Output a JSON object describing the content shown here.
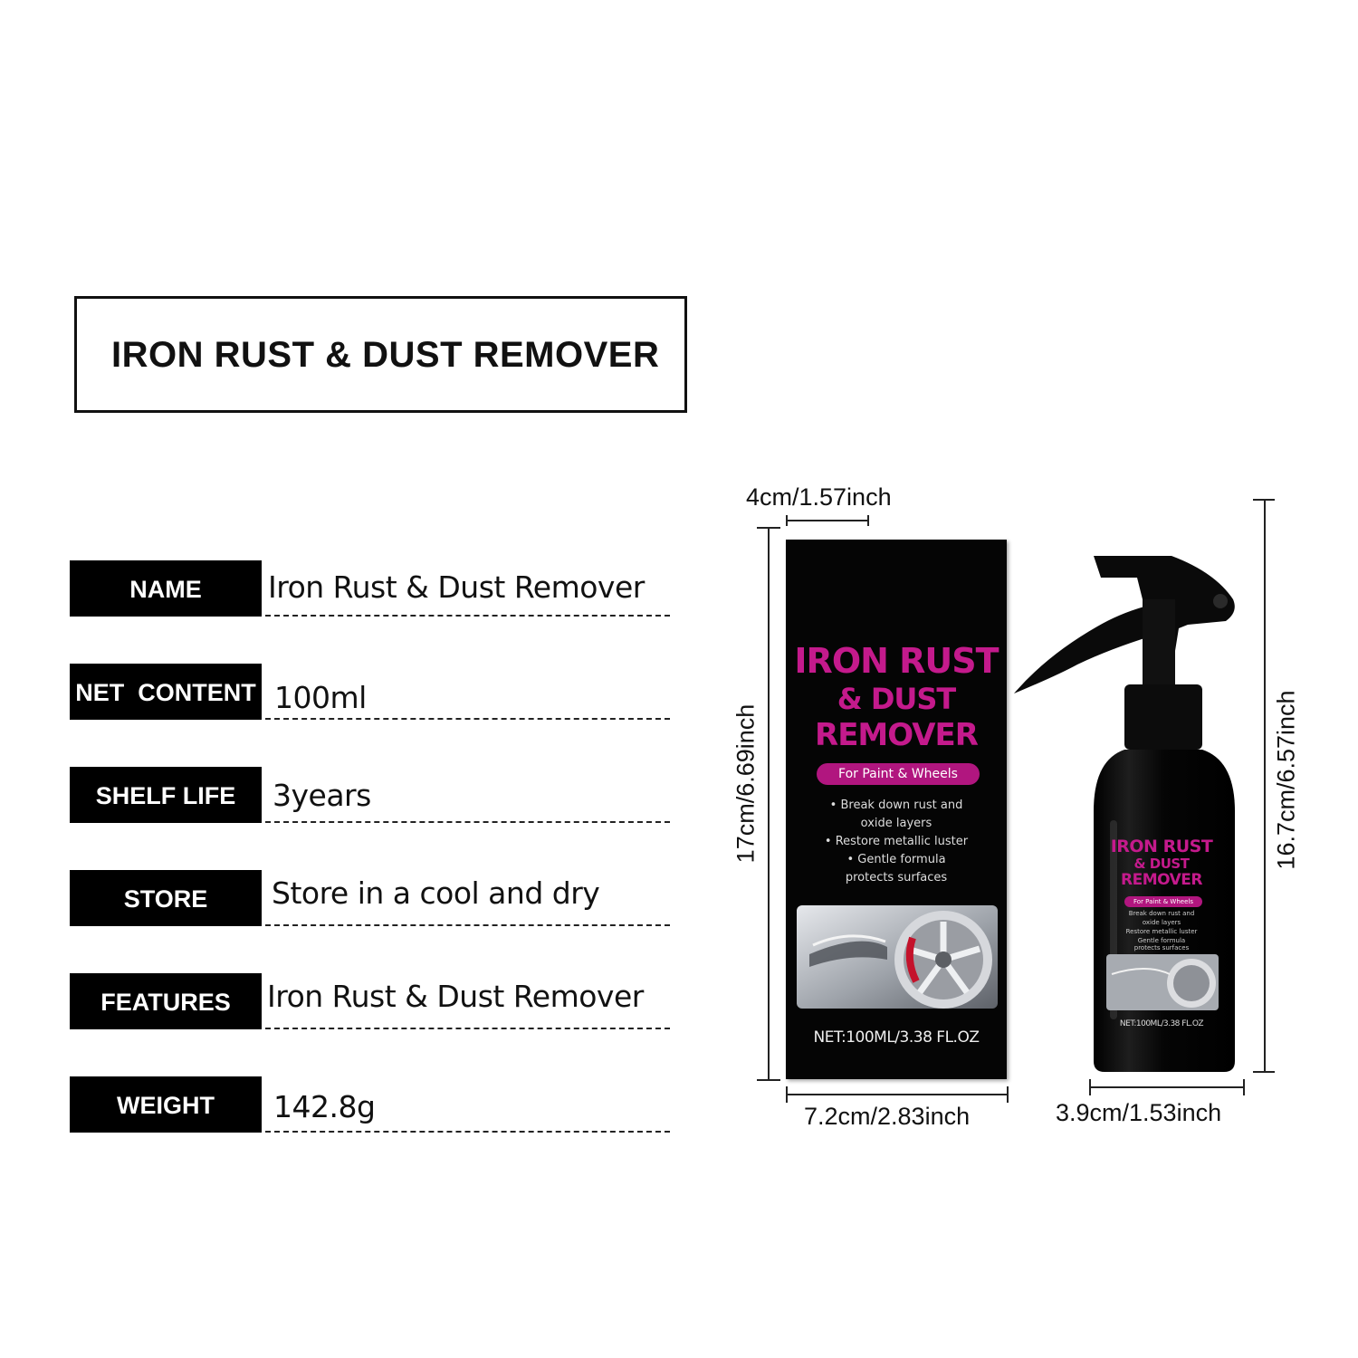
{
  "title": "IRON RUST & DUST REMOVER",
  "specs": [
    {
      "label": "NAME",
      "value": "Iron Rust & Dust Remover"
    },
    {
      "label": "NET  CONTENT",
      "value": "100ml"
    },
    {
      "label": "SHELF LIFE",
      "value": "3years"
    },
    {
      "label": "STORE",
      "value": "Store in a cool and dry"
    },
    {
      "label": "FEATURES",
      "value": "Iron Rust & Dust Remover"
    },
    {
      "label": "WEIGHT",
      "value": "142.8g"
    }
  ],
  "dimensions": {
    "box_depth": "4cm/1.57inch",
    "box_height": "17cm/6.69inch",
    "box_width": "7.2cm/2.83inch",
    "bottle_height": "16.7cm/6.57inch",
    "bottle_width": "3.9cm/1.53inch"
  },
  "product_box": {
    "title_line1": "IRON RUST",
    "title_line2": "& DUST",
    "title_line3": "REMOVER",
    "tagline": "For Paint & Wheels",
    "bullet1a": "• Break down rust and",
    "bullet1b": "oxide layers",
    "bullet2": "• Restore metallic luster",
    "bullet3a": "• Gentle formula",
    "bullet3b": "protects surfaces",
    "net": "NET:100ML/3.38 FL.OZ"
  },
  "bottle_label": {
    "title_line1": "IRON RUST",
    "title_line2": "& DUST",
    "title_line3": "REMOVER",
    "tagline": "For Paint & Wheels",
    "bullet1a": "Break down rust and",
    "bullet1b": "oxide layers",
    "bullet2": "Restore metallic luster",
    "bullet3a": "Gentle formula",
    "bullet3b": "protects surfaces",
    "net": "NET:100ML/3.38 FL.OZ"
  },
  "colors": {
    "accent": "#c41a8c",
    "pill": "#b1167f",
    "label_bg": "#000000"
  }
}
